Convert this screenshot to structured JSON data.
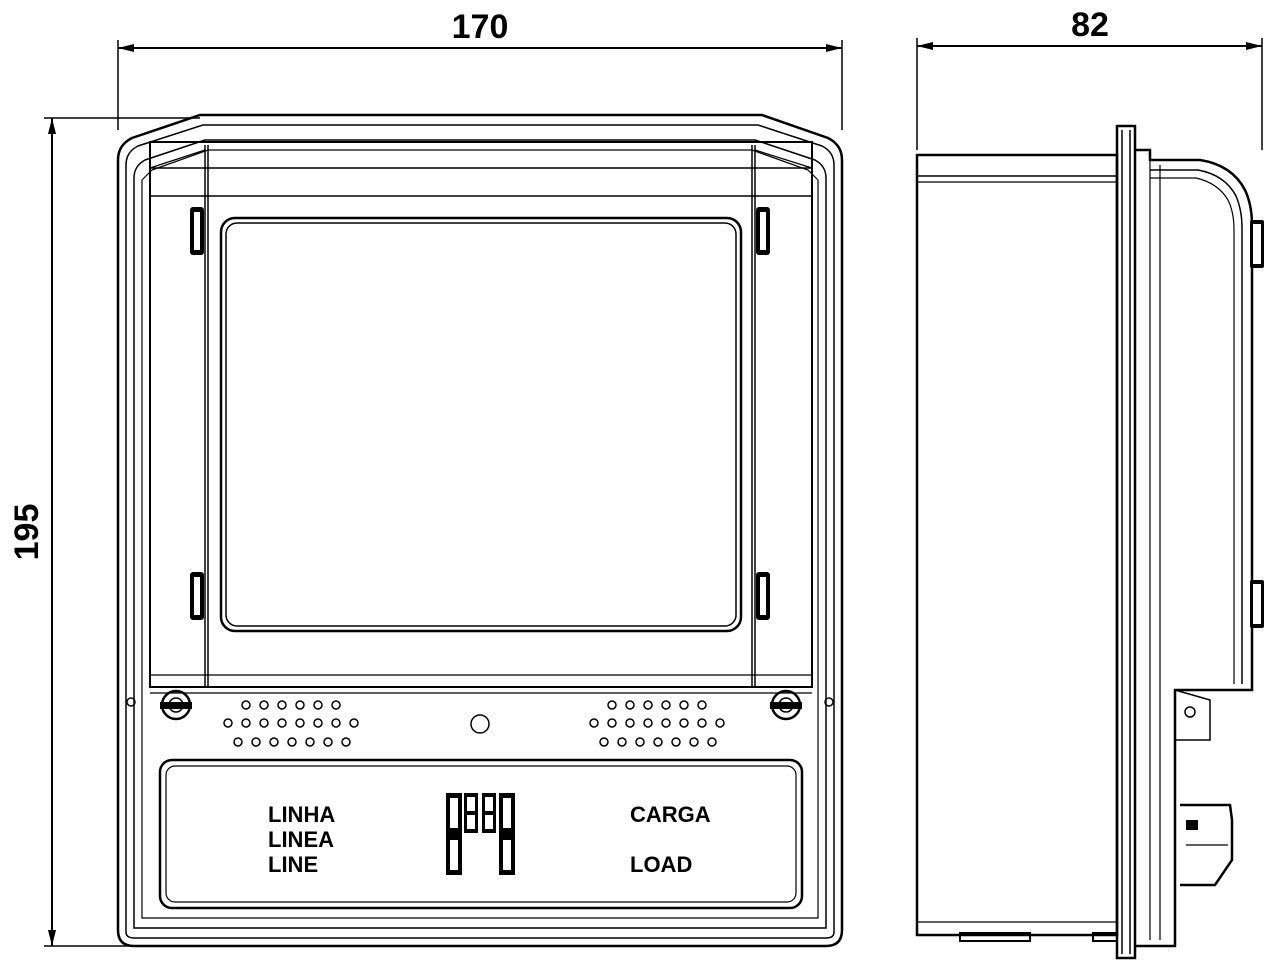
{
  "dimensions": {
    "width": "170",
    "depth": "82",
    "height": "195"
  },
  "panel": {
    "line_labels": [
      "LINHA",
      "LINEA",
      "LINE"
    ],
    "load_labels": [
      "CARGA",
      "LOAD"
    ]
  }
}
